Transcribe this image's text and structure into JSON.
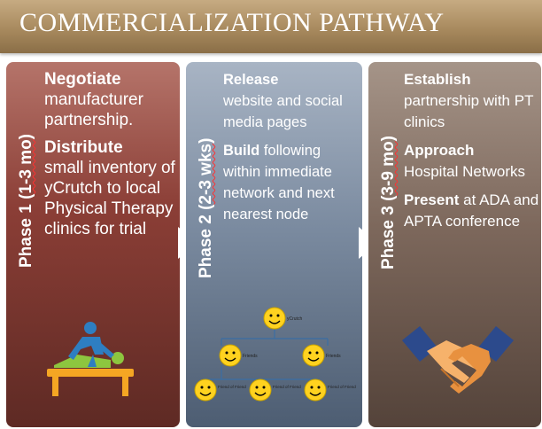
{
  "banner": {
    "title": "COMMERCIALIZATION PATHWAY"
  },
  "phases": [
    {
      "label_prefix": "Phase 1 (",
      "label_underlined": "1-3 mo",
      "label_suffix": ")",
      "items": [
        {
          "bold": "Negotiate",
          "text": "manufacturer partnership."
        },
        {
          "bold": "Distribute",
          "text": "small inventory of yCrutch to local Physical Therapy clinics for trial"
        }
      ]
    },
    {
      "label_prefix": "Phase 2 (",
      "label_underlined": "2-3 wks",
      "label_suffix": ")",
      "items": [
        {
          "bold": "Release",
          "text": "website and social media pages"
        },
        {
          "bold": "Build",
          "text": "following within immediate network and next nearest node"
        }
      ]
    },
    {
      "label_prefix": "Phase 3 (",
      "label_underlined": "3-9 mo",
      "label_suffix": ")",
      "items": [
        {
          "bold": "Establish",
          "text": "partnership with PT clinics"
        },
        {
          "bold": "Approach",
          "text": "Hospital Networks"
        },
        {
          "bold": "Present",
          "text": "at ADA and APTA conference"
        }
      ]
    }
  ],
  "network": {
    "root": "yCrutch",
    "level2": [
      "Friends",
      "Friends"
    ],
    "level3": [
      "Friend of Friend",
      "Friend of Friend",
      "Friend of Friend"
    ]
  },
  "colors": {
    "banner": "#a88a5e",
    "phase1": "#8b3e36",
    "phase2": "#7b8ba0",
    "phase3": "#7d685c",
    "smiley": "#ffd21f"
  },
  "icons": {
    "phase1": "physical-therapy-icon",
    "phase2": "social-network-diagram",
    "phase3": "handshake-icon"
  }
}
